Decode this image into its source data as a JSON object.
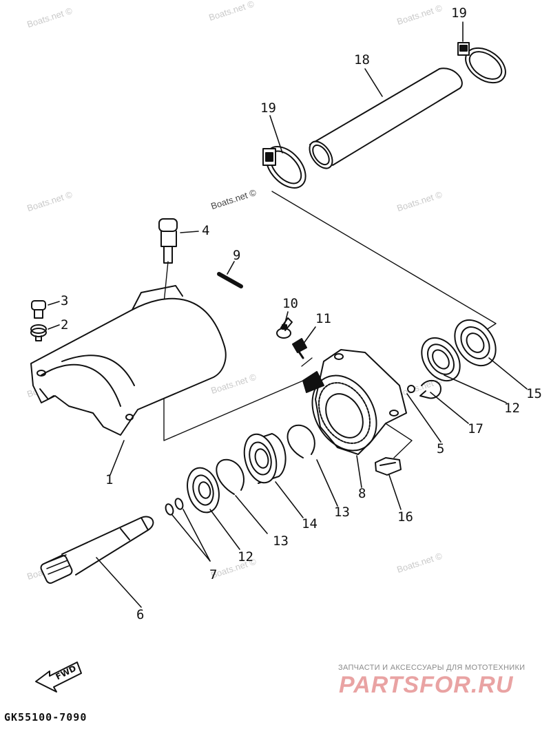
{
  "watermark_text": "Boats.net ©",
  "callouts": {
    "c1": "1",
    "c2": "2",
    "c3": "3",
    "c4": "4",
    "c5": "5",
    "c6": "6",
    "c7": "7",
    "c8": "8",
    "c9": "9",
    "c10": "10",
    "c11": "11",
    "c12a": "12",
    "c12b": "12",
    "c13a": "13",
    "c13b": "13",
    "c14": "14",
    "c15": "15",
    "c16": "16",
    "c17": "17",
    "c18": "18",
    "c19a": "19",
    "c19b": "19"
  },
  "fwd_label": "FWD",
  "diagram_code": "GK55100-7090",
  "brand": {
    "tagline": "ЗАПЧАСТИ И АКСЕССУАРЫ ДЛЯ МОТОТЕХНИКИ",
    "name": "PARTSFOR.RU"
  }
}
